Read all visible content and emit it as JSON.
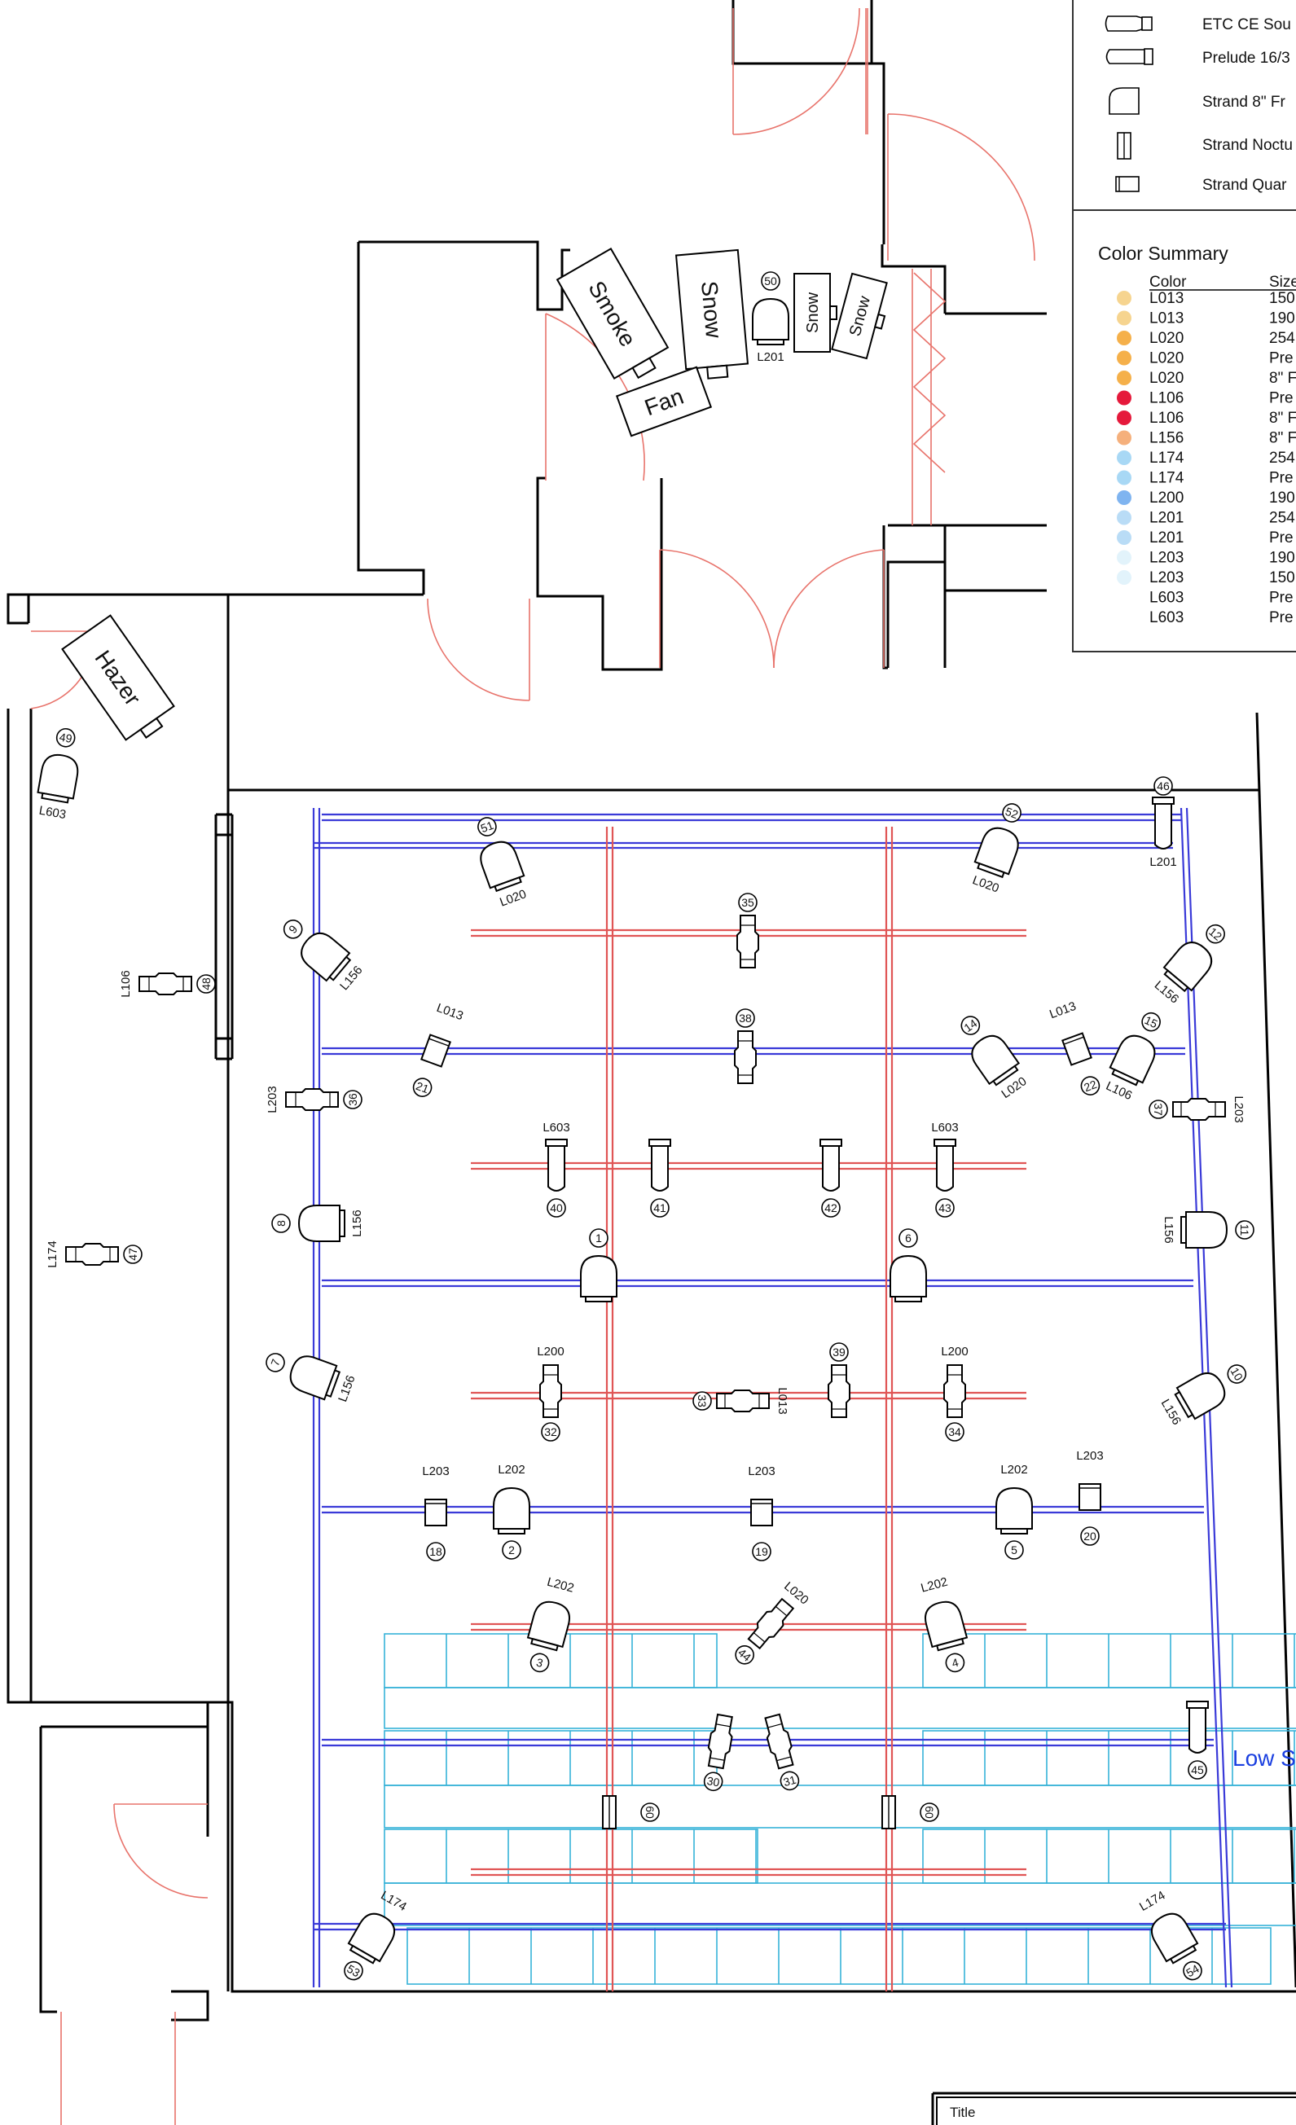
{
  "legend": {
    "fixture_types": [
      {
        "icon": "etc-source-four-icon",
        "label": "ETC CE Sou"
      },
      {
        "icon": "prelude-16-30-icon",
        "label": "Prelude 16/3"
      },
      {
        "icon": "strand-fresnel-icon",
        "label": "Strand 8\" Fr"
      },
      {
        "icon": "strand-nocturne-icon",
        "label": "Strand Noctu"
      },
      {
        "icon": "strand-quartet-icon",
        "label": "Strand Quar"
      }
    ],
    "color_summary": {
      "heading": "Color Summary",
      "col_color": "Color",
      "col_size": "Size",
      "rows": [
        {
          "swatch": "#f6d48f",
          "color": "L013",
          "size": "150"
        },
        {
          "swatch": "#f6d48f",
          "color": "L013",
          "size": "190"
        },
        {
          "swatch": "#f5b04a",
          "color": "L020",
          "size": "254"
        },
        {
          "swatch": "#f5b04a",
          "color": "L020",
          "size": "Pre"
        },
        {
          "swatch": "#f5b04a",
          "color": "L020",
          "size": "8\" F"
        },
        {
          "swatch": "#e5193b",
          "color": "L106",
          "size": "Pre"
        },
        {
          "swatch": "#e5193b",
          "color": "L106",
          "size": "8\" F"
        },
        {
          "swatch": "#f5b07c",
          "color": "L156",
          "size": "8\" F"
        },
        {
          "swatch": "#a8d8f5",
          "color": "L174",
          "size": "254"
        },
        {
          "swatch": "#a8d8f5",
          "color": "L174",
          "size": "Pre"
        },
        {
          "swatch": "#7fb4f0",
          "color": "L200",
          "size": "190"
        },
        {
          "swatch": "#b9dcf6",
          "color": "L201",
          "size": "254"
        },
        {
          "swatch": "#b9dcf6",
          "color": "L201",
          "size": "Pre"
        },
        {
          "swatch": "#e2f3fb",
          "color": "L203",
          "size": "190"
        },
        {
          "swatch": "#e2f3fb",
          "color": "L203",
          "size": "150"
        },
        {
          "swatch": "",
          "color": "L603",
          "size": "Pre"
        },
        {
          "swatch": "",
          "color": "L603",
          "size": "Pre"
        }
      ]
    }
  },
  "devices": {
    "smoke": "Smoke",
    "snow_large": "Snow",
    "snow_small_1": "Snow",
    "snow_small_2": "Snow",
    "fan": "Fan",
    "hazer": "Hazer"
  },
  "area_label": "Low S",
  "title_block": {
    "label": "Title"
  },
  "fixtures": [
    {
      "id": "49",
      "num": "49",
      "color": "L603"
    },
    {
      "id": "50",
      "num": "50",
      "color": "L201"
    },
    {
      "id": "51",
      "num": "51",
      "color": "L020"
    },
    {
      "id": "52",
      "num": "52",
      "color": "L020"
    },
    {
      "id": "46",
      "num": "46",
      "color": "L201"
    },
    {
      "id": "35",
      "num": "35",
      "color": ""
    },
    {
      "id": "9",
      "num": "9",
      "color": "L156"
    },
    {
      "id": "12",
      "num": "12",
      "color": "L156"
    },
    {
      "id": "48",
      "num": "48",
      "color": "L106"
    },
    {
      "id": "38",
      "num": "38",
      "color": ""
    },
    {
      "id": "21",
      "num": "21",
      "color": "L013"
    },
    {
      "id": "14",
      "num": "14",
      "color": "L020"
    },
    {
      "id": "22",
      "num": "22",
      "color": "L013"
    },
    {
      "id": "15",
      "num": "15",
      "color": "L106"
    },
    {
      "id": "36",
      "num": "36",
      "color": "L203"
    },
    {
      "id": "37",
      "num": "37",
      "color": "L203"
    },
    {
      "id": "40",
      "num": "40",
      "color": "L603"
    },
    {
      "id": "41",
      "num": "41",
      "color": ""
    },
    {
      "id": "42",
      "num": "42",
      "color": ""
    },
    {
      "id": "43",
      "num": "43",
      "color": "L603"
    },
    {
      "id": "8",
      "num": "8",
      "color": "L156"
    },
    {
      "id": "11",
      "num": "11",
      "color": "L156"
    },
    {
      "id": "47",
      "num": "47",
      "color": "L174"
    },
    {
      "id": "1",
      "num": "1",
      "color": ""
    },
    {
      "id": "6",
      "num": "6",
      "color": ""
    },
    {
      "id": "7",
      "num": "7",
      "color": "L156"
    },
    {
      "id": "10",
      "num": "10",
      "color": "L156"
    },
    {
      "id": "32",
      "num": "32",
      "color": "L200"
    },
    {
      "id": "33",
      "num": "33",
      "color": "L013"
    },
    {
      "id": "39",
      "num": "39",
      "color": ""
    },
    {
      "id": "34",
      "num": "34",
      "color": "L200"
    },
    {
      "id": "18",
      "num": "18",
      "color": "L203"
    },
    {
      "id": "2",
      "num": "2",
      "color": "L202"
    },
    {
      "id": "19",
      "num": "19",
      "color": "L203"
    },
    {
      "id": "5",
      "num": "5",
      "color": "L202"
    },
    {
      "id": "20",
      "num": "20",
      "color": "L203"
    },
    {
      "id": "3",
      "num": "3",
      "color": "L202"
    },
    {
      "id": "44",
      "num": "44",
      "color": "L020"
    },
    {
      "id": "4",
      "num": "4",
      "color": "L202"
    },
    {
      "id": "30",
      "num": "30",
      "color": ""
    },
    {
      "id": "31",
      "num": "31",
      "color": ""
    },
    {
      "id": "45",
      "num": "45",
      "color": ""
    },
    {
      "id": "60a",
      "num": "60",
      "color": ""
    },
    {
      "id": "60b",
      "num": "60",
      "color": ""
    },
    {
      "id": "53",
      "num": "53",
      "color": "L174"
    },
    {
      "id": "54",
      "num": "54",
      "color": "L174"
    }
  ]
}
